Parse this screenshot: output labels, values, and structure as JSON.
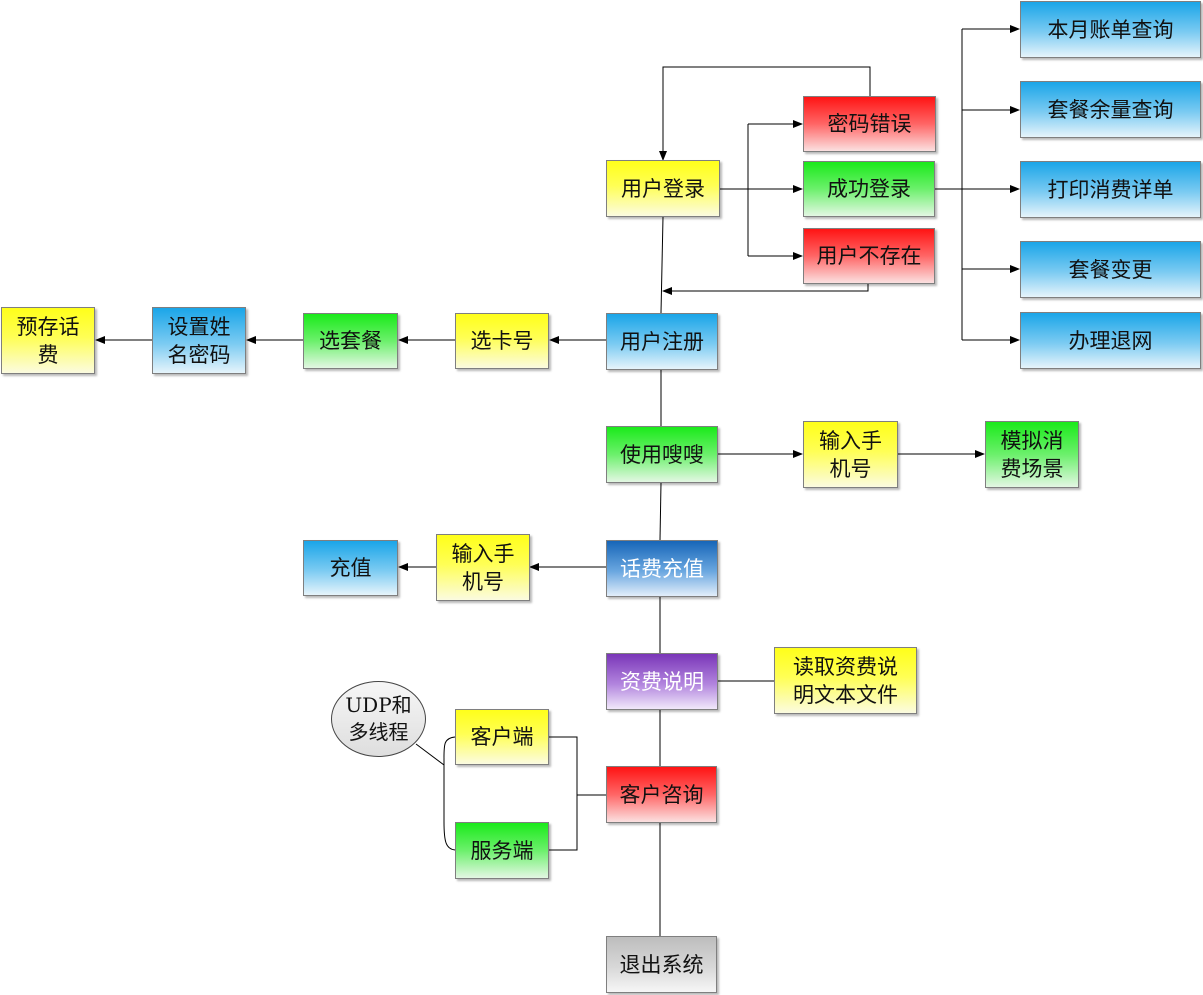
{
  "nodes": {
    "login": "用户登录",
    "pwd_error": "密码错误",
    "login_success": "成功登录",
    "user_not_exist": "用户不存在",
    "monthly_bill": "本月账单查询",
    "package_remain": "套餐余量查询",
    "print_detail": "打印消费详单",
    "package_change": "套餐变更",
    "cancel_network": "办理退网",
    "register": "用户注册",
    "select_card": "选卡号",
    "select_package": "选套餐",
    "set_name_pwd": "设置姓\n名密码",
    "prepay": "预存话\n费",
    "use_soso": "使用嗖嗖",
    "input_phone_1": "输入手\n机号",
    "simulate": "模拟消\n费场景",
    "recharge": "话费充值",
    "input_phone_2": "输入手\n机号",
    "charge": "充值",
    "tariff": "资费说明",
    "read_tariff": "读取资费说\n明文本文件",
    "consult": "客户咨询",
    "client": "客户端",
    "server": "服务端",
    "udp_note": "UDP和\n多线程",
    "exit": "退出系统"
  },
  "colors": {
    "yellow": "#ffff1a",
    "green": "#1bea1b",
    "blue": "#1aa5e8",
    "red": "#ff1414",
    "dark_blue": "#1766b8",
    "purple": "#7a36b8",
    "gray": "#bdbdbd",
    "line": "#000000"
  }
}
